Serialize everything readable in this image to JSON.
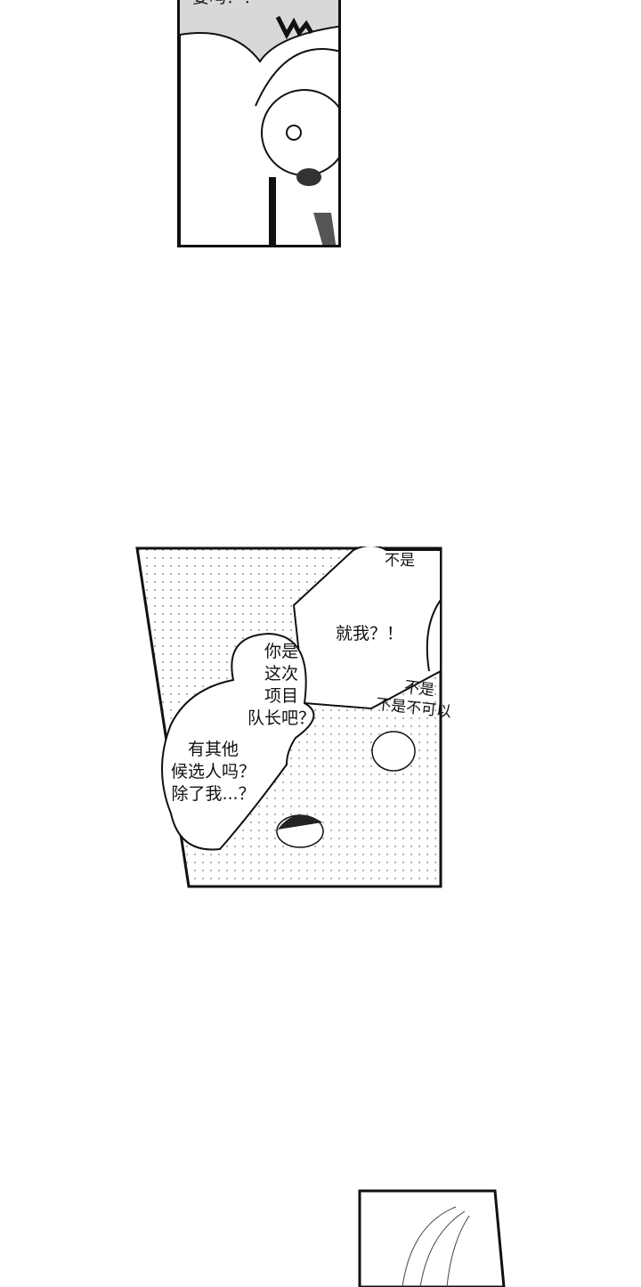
{
  "panel1": {
    "caption": "要吗？！"
  },
  "panel2": {
    "bubbles": [
      {
        "text": "不是"
      },
      {
        "text": "就我？！"
      },
      {
        "lines": [
          "你是",
          "这次",
          "项目",
          "队长吧？"
        ]
      },
      {
        "lines": [
          "有其他",
          "候选人吗？",
          "除了我...？"
        ]
      }
    ],
    "sfx": [
      "不是",
      "不是不可以"
    ]
  }
}
